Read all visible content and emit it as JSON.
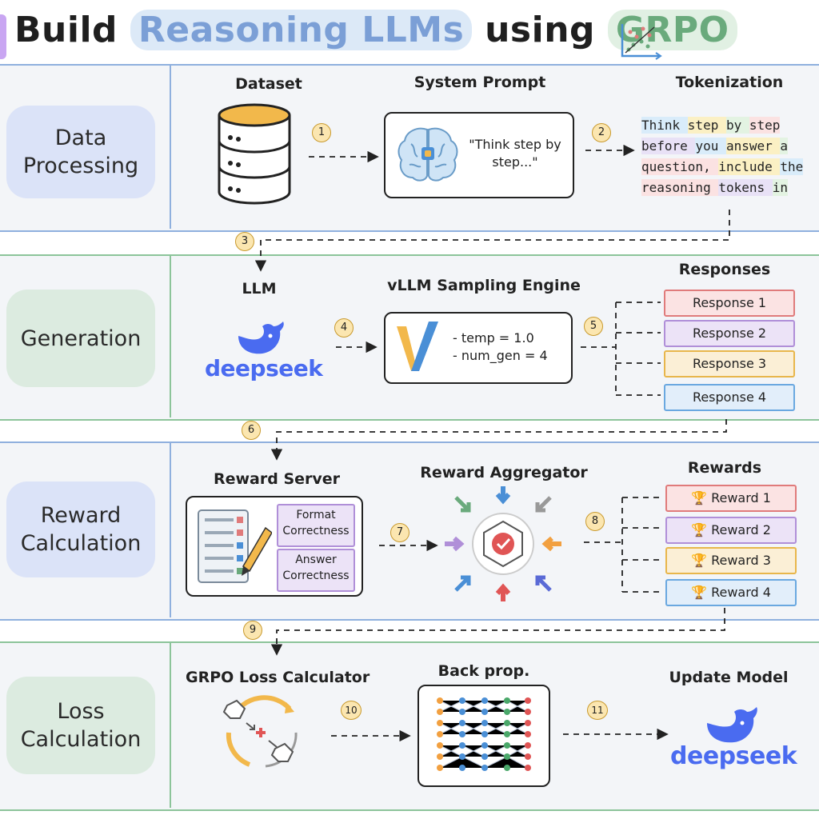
{
  "title": {
    "part1": "Build ",
    "part2": "Reasoning LLMs",
    "part3": " using ",
    "part4": "GRPO"
  },
  "stages": {
    "data": "Data\nProcessing",
    "generation": "Generation",
    "reward": "Reward\nCalculation",
    "loss": "Loss\nCalculation"
  },
  "data_processing": {
    "dataset_label": "Dataset",
    "system_prompt_label": "System Prompt",
    "prompt_text": "\"Think step by\nstep...\"",
    "tokenization_label": "Tokenization",
    "tokens": [
      [
        "Think ",
        "step ",
        "by ",
        "step"
      ],
      [
        "before ",
        "you ",
        "answer ",
        "a"
      ],
      [
        "question, ",
        "include ",
        "the"
      ],
      [
        "reasoning ",
        "tokens ",
        "in"
      ]
    ]
  },
  "generation": {
    "llm_label": "LLM",
    "brand": "deepseek",
    "engine_label": "vLLM Sampling Engine",
    "engine_params": "- temp = 1.0\n- num_gen = 4",
    "responses_label": "Responses",
    "responses": [
      "Response 1",
      "Response 2",
      "Response 3",
      "Response 4"
    ]
  },
  "reward": {
    "server_label": "Reward Server",
    "format_label": "Format\nCorrectness",
    "answer_label": "Answer\nCorrectness",
    "aggregator_label": "Reward Aggregator",
    "rewards_label": "Rewards",
    "rewards": [
      "Reward 1",
      "Reward 2",
      "Reward 3",
      "Reward 4"
    ]
  },
  "loss": {
    "calculator_label": "GRPO Loss Calculator",
    "backprop_label": "Back prop.",
    "update_label": "Update Model",
    "brand": "deepseek"
  },
  "steps": [
    "1",
    "2",
    "3",
    "4",
    "5",
    "6",
    "7",
    "8",
    "9",
    "10",
    "11"
  ],
  "colors": {
    "band_blue": "#8fb0de",
    "band_green": "#8cc49a",
    "stage_blue": "#dbe3f8",
    "stage_green": "#dcebe0",
    "resp_border": [
      "#e07b7b",
      "#b08fd8",
      "#e8b64b",
      "#6aa8e0"
    ],
    "resp_fill": [
      "#fbe3e3",
      "#ece3f7",
      "#fbefd6",
      "#e2eefa"
    ]
  }
}
